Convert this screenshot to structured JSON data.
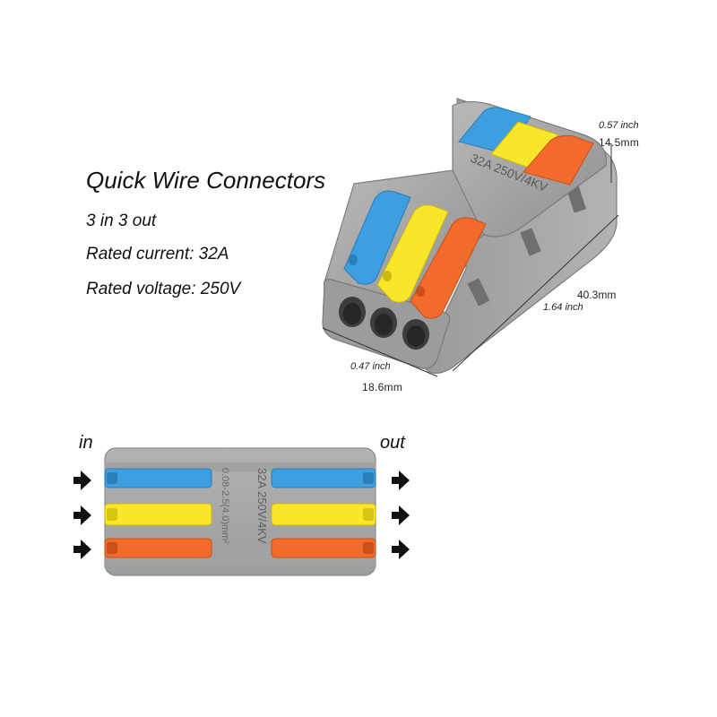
{
  "heading": {
    "title": "Quick Wire Connectors",
    "ports": "3 in 3 out",
    "current": "Rated current: 32A",
    "voltage": "Rated voltage: 250V"
  },
  "dimensions": {
    "height_inch": "0.57 inch",
    "height_mm": "14.5mm",
    "length_mm": "40.3mm",
    "length_inch": "1.64 inch",
    "width_inch": "0.47 inch",
    "width_mm": "18.6mm"
  },
  "product_marking": {
    "top": "32A  250V/4KV",
    "side_a": "32A  250V/4KV",
    "side_b": "0.08-2.5(4.0)mm²"
  },
  "flow": {
    "in_label": "in",
    "out_label": "out"
  },
  "colors": {
    "housing": "#a9a9a9",
    "blue_lever": "#3d9ee0",
    "yellow_lever": "#f7e62a",
    "orange_lever": "#f26b2a",
    "arrow": "#111111"
  },
  "icons": [
    "arrow-right-icon"
  ]
}
